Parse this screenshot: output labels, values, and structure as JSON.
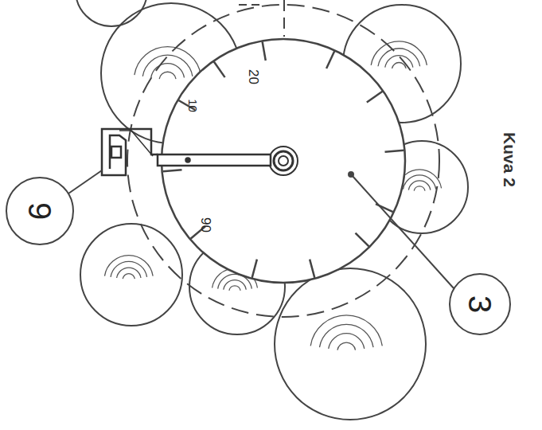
{
  "diagram": {
    "caption": "Kuva 2",
    "labels": [
      "20",
      "10",
      "90",
      "9",
      "3"
    ]
  }
}
